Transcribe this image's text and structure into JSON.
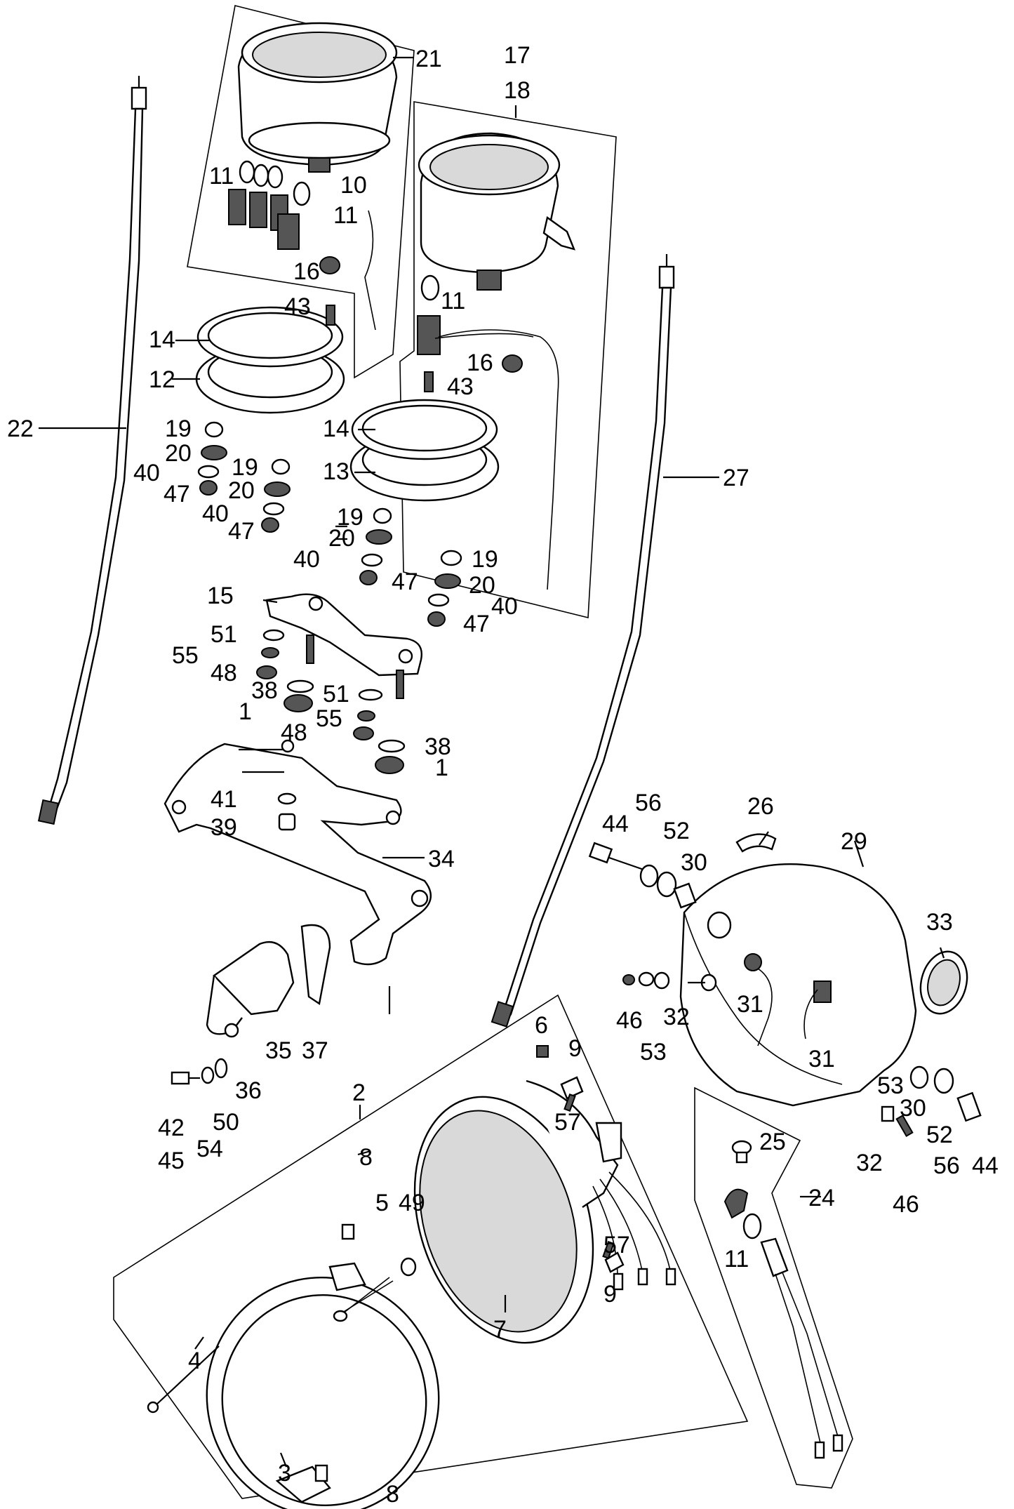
{
  "labels": {
    "n1a": "1",
    "n1b": "1",
    "n2": "2",
    "n3": "3",
    "n4": "4",
    "n5": "5",
    "n6": "6",
    "n7": "7",
    "n8a": "8",
    "n8b": "8",
    "n9a": "9",
    "n9b": "9",
    "n10": "10",
    "n11a": "11",
    "n11b": "11",
    "n11c": "11",
    "n11d": "11",
    "n12": "12",
    "n13": "13",
    "n14a": "14",
    "n14b": "14",
    "n15": "15",
    "n16a": "16",
    "n16b": "16",
    "n17": "17",
    "n18": "18",
    "n19a": "19",
    "n19b": "19",
    "n19c": "19",
    "n19d": "19",
    "n20a": "20",
    "n20b": "20",
    "n20c": "20",
    "n20d": "20",
    "n21": "21",
    "n22": "22",
    "n24": "24",
    "n25": "25",
    "n26": "26",
    "n27": "27",
    "n29": "29",
    "n30a": "30",
    "n30b": "30",
    "n31a": "31",
    "n31b": "31",
    "n32a": "32",
    "n32b": "32",
    "n33": "33",
    "n34": "34",
    "n35": "35",
    "n36": "36",
    "n37": "37",
    "n38a": "38",
    "n38b": "38",
    "n39": "39",
    "n40a": "40",
    "n40b": "40",
    "n40c": "40",
    "n40d": "40",
    "n41": "41",
    "n42": "42",
    "n43a": "43",
    "n43b": "43",
    "n44a": "44",
    "n44b": "44",
    "n45": "45",
    "n46a": "46",
    "n46b": "46",
    "n47a": "47",
    "n47b": "47",
    "n47c": "47",
    "n47d": "47",
    "n48a": "48",
    "n48b": "48",
    "n49": "49",
    "n50": "50",
    "n51a": "51",
    "n51b": "51",
    "n52a": "52",
    "n52b": "52",
    "n53a": "53",
    "n53b": "53",
    "n54": "54",
    "n55a": "55",
    "n55b": "55",
    "n56a": "56",
    "n56b": "56",
    "n57a": "57",
    "n57b": "57"
  }
}
